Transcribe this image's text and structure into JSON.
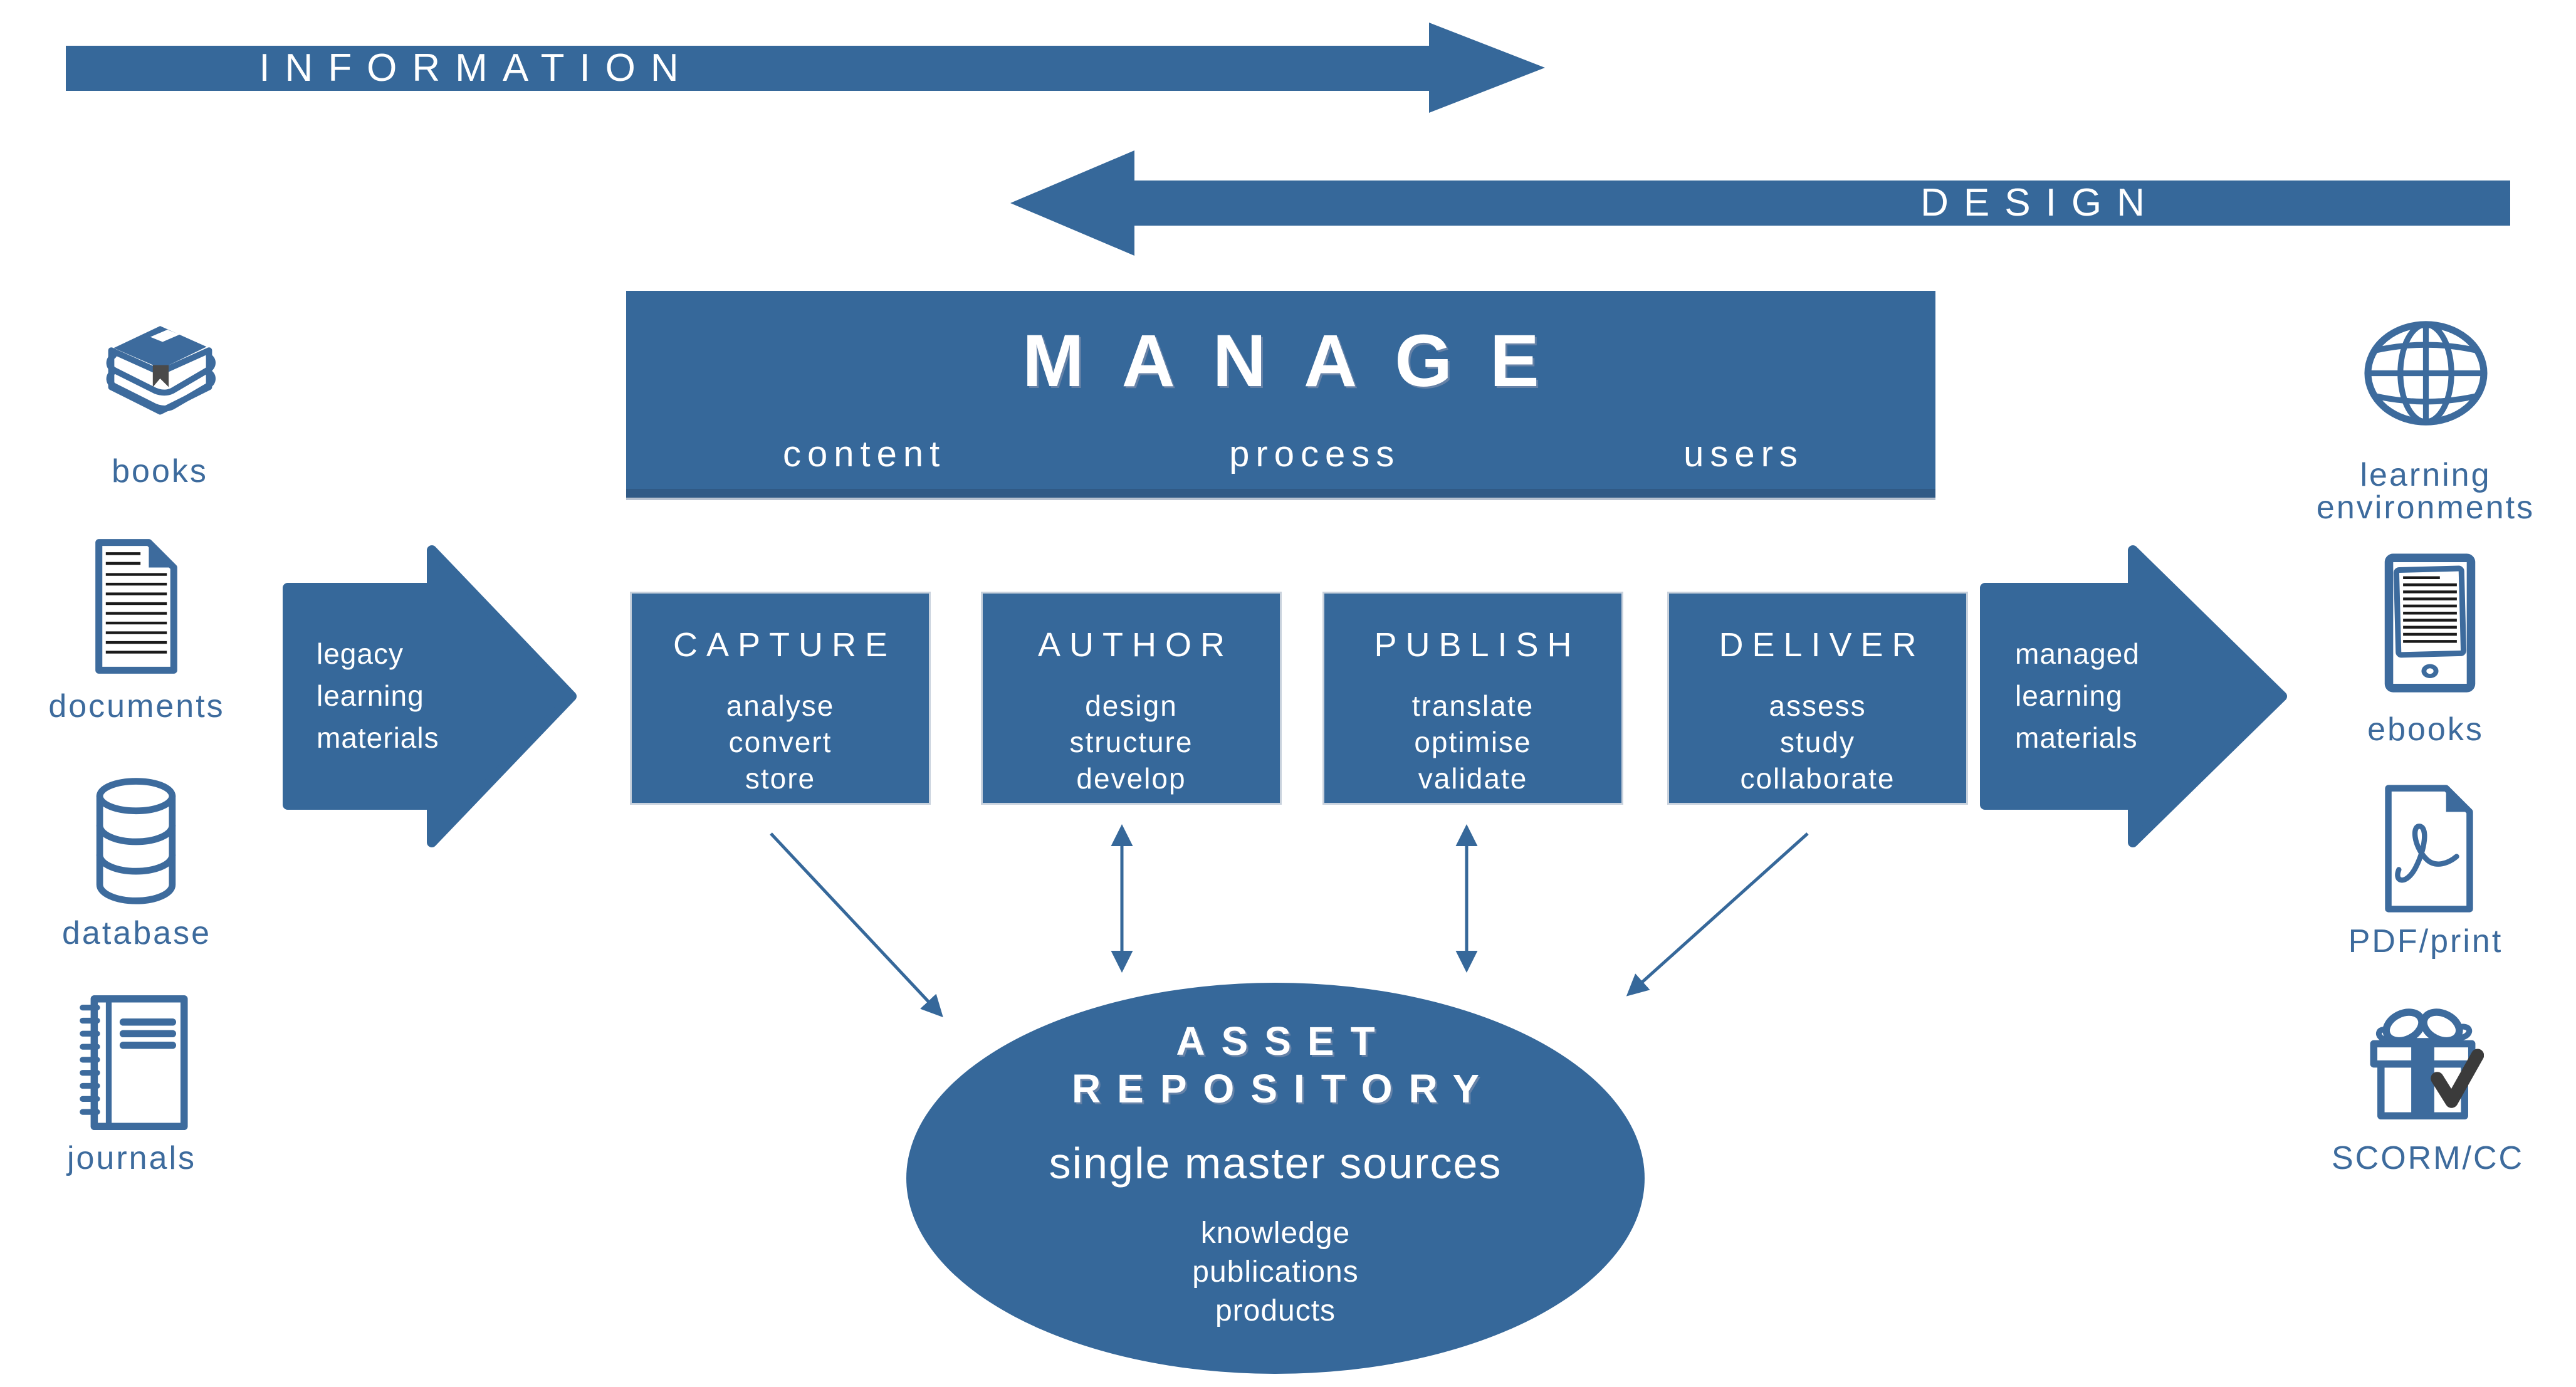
{
  "colors": {
    "primary": "#36689a",
    "label_text": "#3d6b9d",
    "dark_accent": "#3b3b3b",
    "document_lines": "#1a1a1a",
    "text_on_blue": "#ffffff"
  },
  "top_flows": {
    "information_label": "INFORMATION",
    "design_label": "DESIGN"
  },
  "manage": {
    "title": "MANAGE",
    "items": [
      "content",
      "process",
      "users"
    ]
  },
  "input_arrow": {
    "lines": [
      "legacy",
      "learning",
      "materials"
    ]
  },
  "output_arrow": {
    "lines": [
      "managed",
      "learning",
      "materials"
    ]
  },
  "stages": [
    {
      "title": "CAPTURE",
      "items": [
        "analyse",
        "convert",
        "store"
      ]
    },
    {
      "title": "AUTHOR",
      "items": [
        "design",
        "structure",
        "develop"
      ]
    },
    {
      "title": "PUBLISH",
      "items": [
        "translate",
        "optimise",
        "validate"
      ]
    },
    {
      "title": "DELIVER",
      "items": [
        "assess",
        "study",
        "collaborate"
      ]
    }
  ],
  "repository": {
    "title_line1": "ASSET",
    "title_line2": "REPOSITORY",
    "subtitle": "single master sources",
    "items": [
      "knowledge",
      "publications",
      "products"
    ]
  },
  "sources": [
    {
      "icon": "books-icon",
      "label": "books"
    },
    {
      "icon": "document-icon",
      "label": "documents"
    },
    {
      "icon": "database-icon",
      "label": "database"
    },
    {
      "icon": "journal-icon",
      "label": "journals"
    }
  ],
  "outputs": [
    {
      "icon": "globe-icon",
      "label_line1": "learning",
      "label_line2": "environments"
    },
    {
      "icon": "ebook-tablet-icon",
      "label_line1": "ebooks"
    },
    {
      "icon": "pdf-document-icon",
      "label_line1": "PDF/print"
    },
    {
      "icon": "gift-package-icon",
      "label_line1": "SCORM/CC"
    }
  ]
}
